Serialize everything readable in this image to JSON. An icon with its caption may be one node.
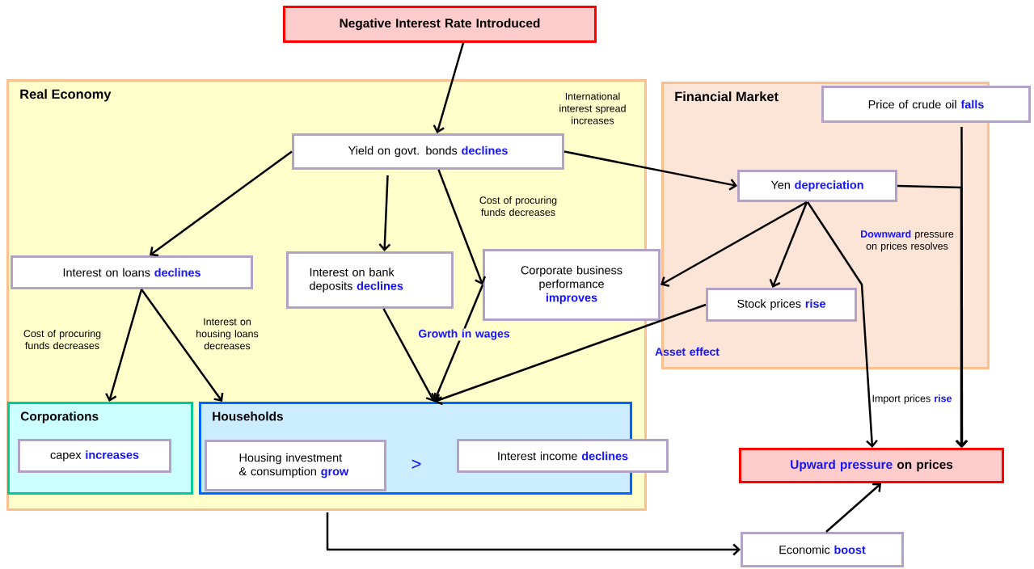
{
  "diagram": {
    "nodes": [
      {
        "text": [
          "Negative Interest Rate Introduced"
        ]
      },
      {
        "text": [
          "Real Economy"
        ]
      },
      {
        "text": [
          "Financial Market"
        ]
      },
      {
        "text": [
          "Price of crude oil **falls**"
        ]
      },
      {
        "text": [
          "Yield on govt. bonds **declines**"
        ],
        "in": 1
      },
      {
        "text": [
          "Yen **depreciation**"
        ],
        "in": 2
      },
      {
        "text": [
          "Interest on loans **declines**"
        ],
        "in": 1
      },
      {
        "text": [
          "Interest on bank deposits **declines**"
        ],
        "in": 1
      },
      {
        "text": [
          "Corporate business performance **improves**"
        ]
      },
      {
        "text": [
          "Stock prices **rise**"
        ],
        "in": 2
      },
      {
        "text": [
          "Corporations"
        ],
        "in": 1
      },
      {
        "text": [
          "capex **increases**"
        ],
        "in": 10
      },
      {
        "text": [
          "Households"
        ],
        "in": 1
      },
      {
        "text": [
          "Housing investment & consumption **grow**"
        ],
        "in": 12
      },
      {
        "text": [
          "Interest income **declines**"
        ]
      },
      {
        "text": [
          "**Upward pressure** on prices"
        ]
      },
      {
        "text": [
          "Economic **boost**"
        ]
      }
    ],
    "edges": [
      {
        "from": 0,
        "to": 4,
        "arrow": "to"
      },
      {
        "from": 4,
        "to": 5,
        "arrow": "to",
        "label": "International interest spread increases"
      },
      {
        "from": 4,
        "to": 6,
        "arrow": "to"
      },
      {
        "from": 4,
        "to": 7,
        "arrow": "to"
      },
      {
        "from": 4,
        "to": 8,
        "arrow": "to",
        "label": "Cost of procuring funds decreases"
      },
      {
        "from": 5,
        "to": 8,
        "arrow": "to"
      },
      {
        "from": 5,
        "to": 9,
        "arrow": "to"
      },
      {
        "from": 5,
        "to": 15,
        "arrow": "to",
        "label": "Import prices **rise**"
      },
      {
        "from": 5,
        "to": 15,
        "arrow": "to",
        "label": "**Downward** pressure on prices resolves"
      },
      {
        "from": 3,
        "to": 15,
        "arrow": "to"
      },
      {
        "from": 6,
        "to": 10,
        "arrow": "to",
        "label": "Cost of procuring funds decreases"
      },
      {
        "from": 6,
        "to": 12,
        "arrow": "to",
        "label": "Interest on housing loans decreases"
      },
      {
        "from": 7,
        "to": 12,
        "arrow": "to"
      },
      {
        "from": 8,
        "to": 12,
        "arrow": "to",
        "label": "Growth in wages"
      },
      {
        "from": 9,
        "to": 12,
        "arrow": "to",
        "label": "Asset effect"
      },
      {
        "from": 1,
        "to": 16,
        "arrow": "to"
      },
      {
        "from": 16,
        "to": 15,
        "arrow": "to"
      }
    ],
    "labels": [
      ">"
    ]
  }
}
